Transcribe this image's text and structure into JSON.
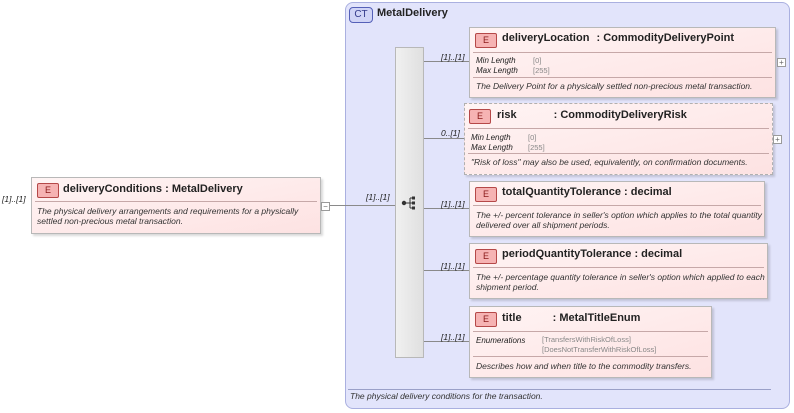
{
  "root": {
    "cardinality": "[1]..[1]",
    "badge": "E",
    "name": "deliveryConditions",
    "type": ": MetalDelivery",
    "description": "The physical delivery arrangements and requirements for a physically settled non-precious metal transaction.",
    "toggle": "−"
  },
  "sequence_cardinality": "[1]..[1]",
  "complex_type": {
    "badge": "CT",
    "name": "MetalDelivery",
    "description": "The physical delivery conditions for the transaction."
  },
  "children": [
    {
      "cardinality": "[1]..[1]",
      "badge": "E",
      "name": "deliveryLocation",
      "type": ": CommodityDeliveryPoint",
      "props": [
        {
          "label": "Min Length",
          "value": "[0]"
        },
        {
          "label": "Max Length",
          "value": "[255]"
        }
      ],
      "description": "The Delivery Point for a physically settled non-precious metal transaction.",
      "toggle": "+"
    },
    {
      "cardinality": "0..[1]",
      "badge": "E",
      "name": "risk",
      "type": ": CommodityDeliveryRisk",
      "props": [
        {
          "label": "Min Length",
          "value": "[0]"
        },
        {
          "label": "Max Length",
          "value": "[255]"
        }
      ],
      "description": "\"Risk of loss\" may also be used, equivalently, on confirmation documents.",
      "toggle": "+"
    },
    {
      "cardinality": "[1]..[1]",
      "badge": "E",
      "name": "totalQuantityTolerance",
      "type": ": decimal",
      "description": "The +/- percent tolerance in seller's option which applies to the total quantity delivered over all shipment periods."
    },
    {
      "cardinality": "[1]..[1]",
      "badge": "E",
      "name": "periodQuantityTolerance",
      "type": ": decimal",
      "description": "The +/- percentage quantity tolerance in seller's option which applied to each shipment period."
    },
    {
      "cardinality": "[1]..[1]",
      "badge": "E",
      "name": "title",
      "type": ": MetalTitleEnum",
      "enum_label": "Enumerations",
      "enum_values": [
        "[TransfersWithRiskOfLoss]",
        "[DoesNotTransferWithRiskOfLoss]"
      ],
      "description": "Describes how and when title to the commodity transfers."
    }
  ]
}
